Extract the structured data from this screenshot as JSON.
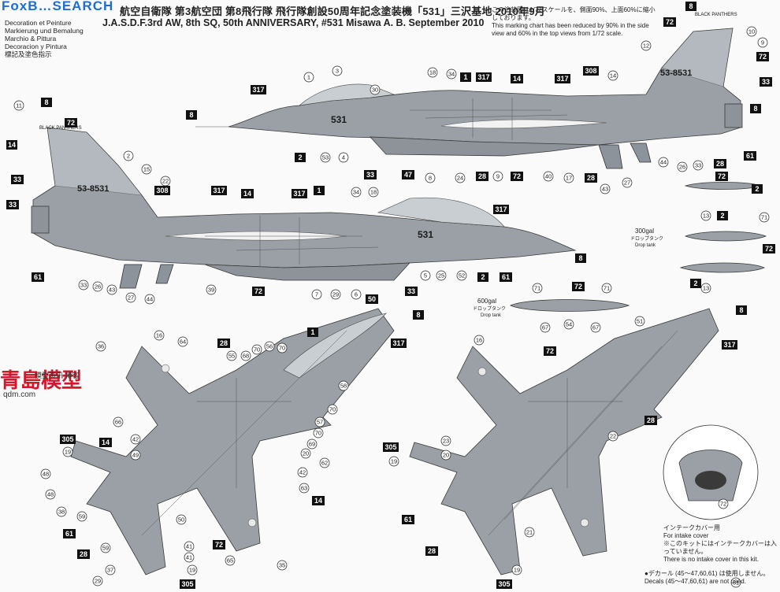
{
  "header": {
    "title_ja": "航空自衛隊 第3航空団 第8飛行隊 飛行隊創設50周年記念塗装機「531」三沢基地 2010年9月",
    "subtitle_en": "J.A.S.D.F.3rd AW, 8th SQ, 50th ANNIVERSARY, #531 Misawa A. B. September 2010",
    "watermark_logo": "FoxB…SEARCH"
  },
  "languages": [
    "Decoration et Peinture",
    "Markierung und Bemalung",
    "Marchio & Pittura",
    "Decoracion y Pintura",
    "標記及塗色指示"
  ],
  "notes": {
    "ja_1": "この塗装図は1/72スケールを、側面90%、上面60%に縮小しております。",
    "en_1": "This marking chart has been reduced by 90% in the side view and 60% in the top views from 1/72 scale."
  },
  "watermark": {
    "site_cn": "青島模型",
    "site_cn_small": "模型资讯 博客",
    "url": "qdm.com"
  },
  "aircraft": {
    "serial": "53-8531",
    "nose_number": "531",
    "fin_text": "BLACK PANTHERS"
  },
  "drop_tanks": {
    "tank_300": {
      "label_en": "300gal",
      "label_ja": "ドロップタンク",
      "label_en2": "Drop tank"
    },
    "tank_600": {
      "label_en": "600gal",
      "label_ja": "ドロップタンク",
      "label_en2": "Drop tank"
    }
  },
  "intake": {
    "label_ja": "インテークカバー用",
    "label_en": "For intake cover",
    "note_ja": "※このキットにはインテークカバーは入っていません。",
    "note_en": "There is no intake cover in this kit."
  },
  "decal_note": {
    "ja": "●デカール (45〜47,60,61) は使用しません。",
    "en": "Decals (45〜47,60,61) are not used."
  },
  "colors": {
    "paint_square": "#111111",
    "jet_grey": "#9aa0a6",
    "watermark_red": "#d2192c",
    "watermark_blue": "#1c6fd1"
  }
}
